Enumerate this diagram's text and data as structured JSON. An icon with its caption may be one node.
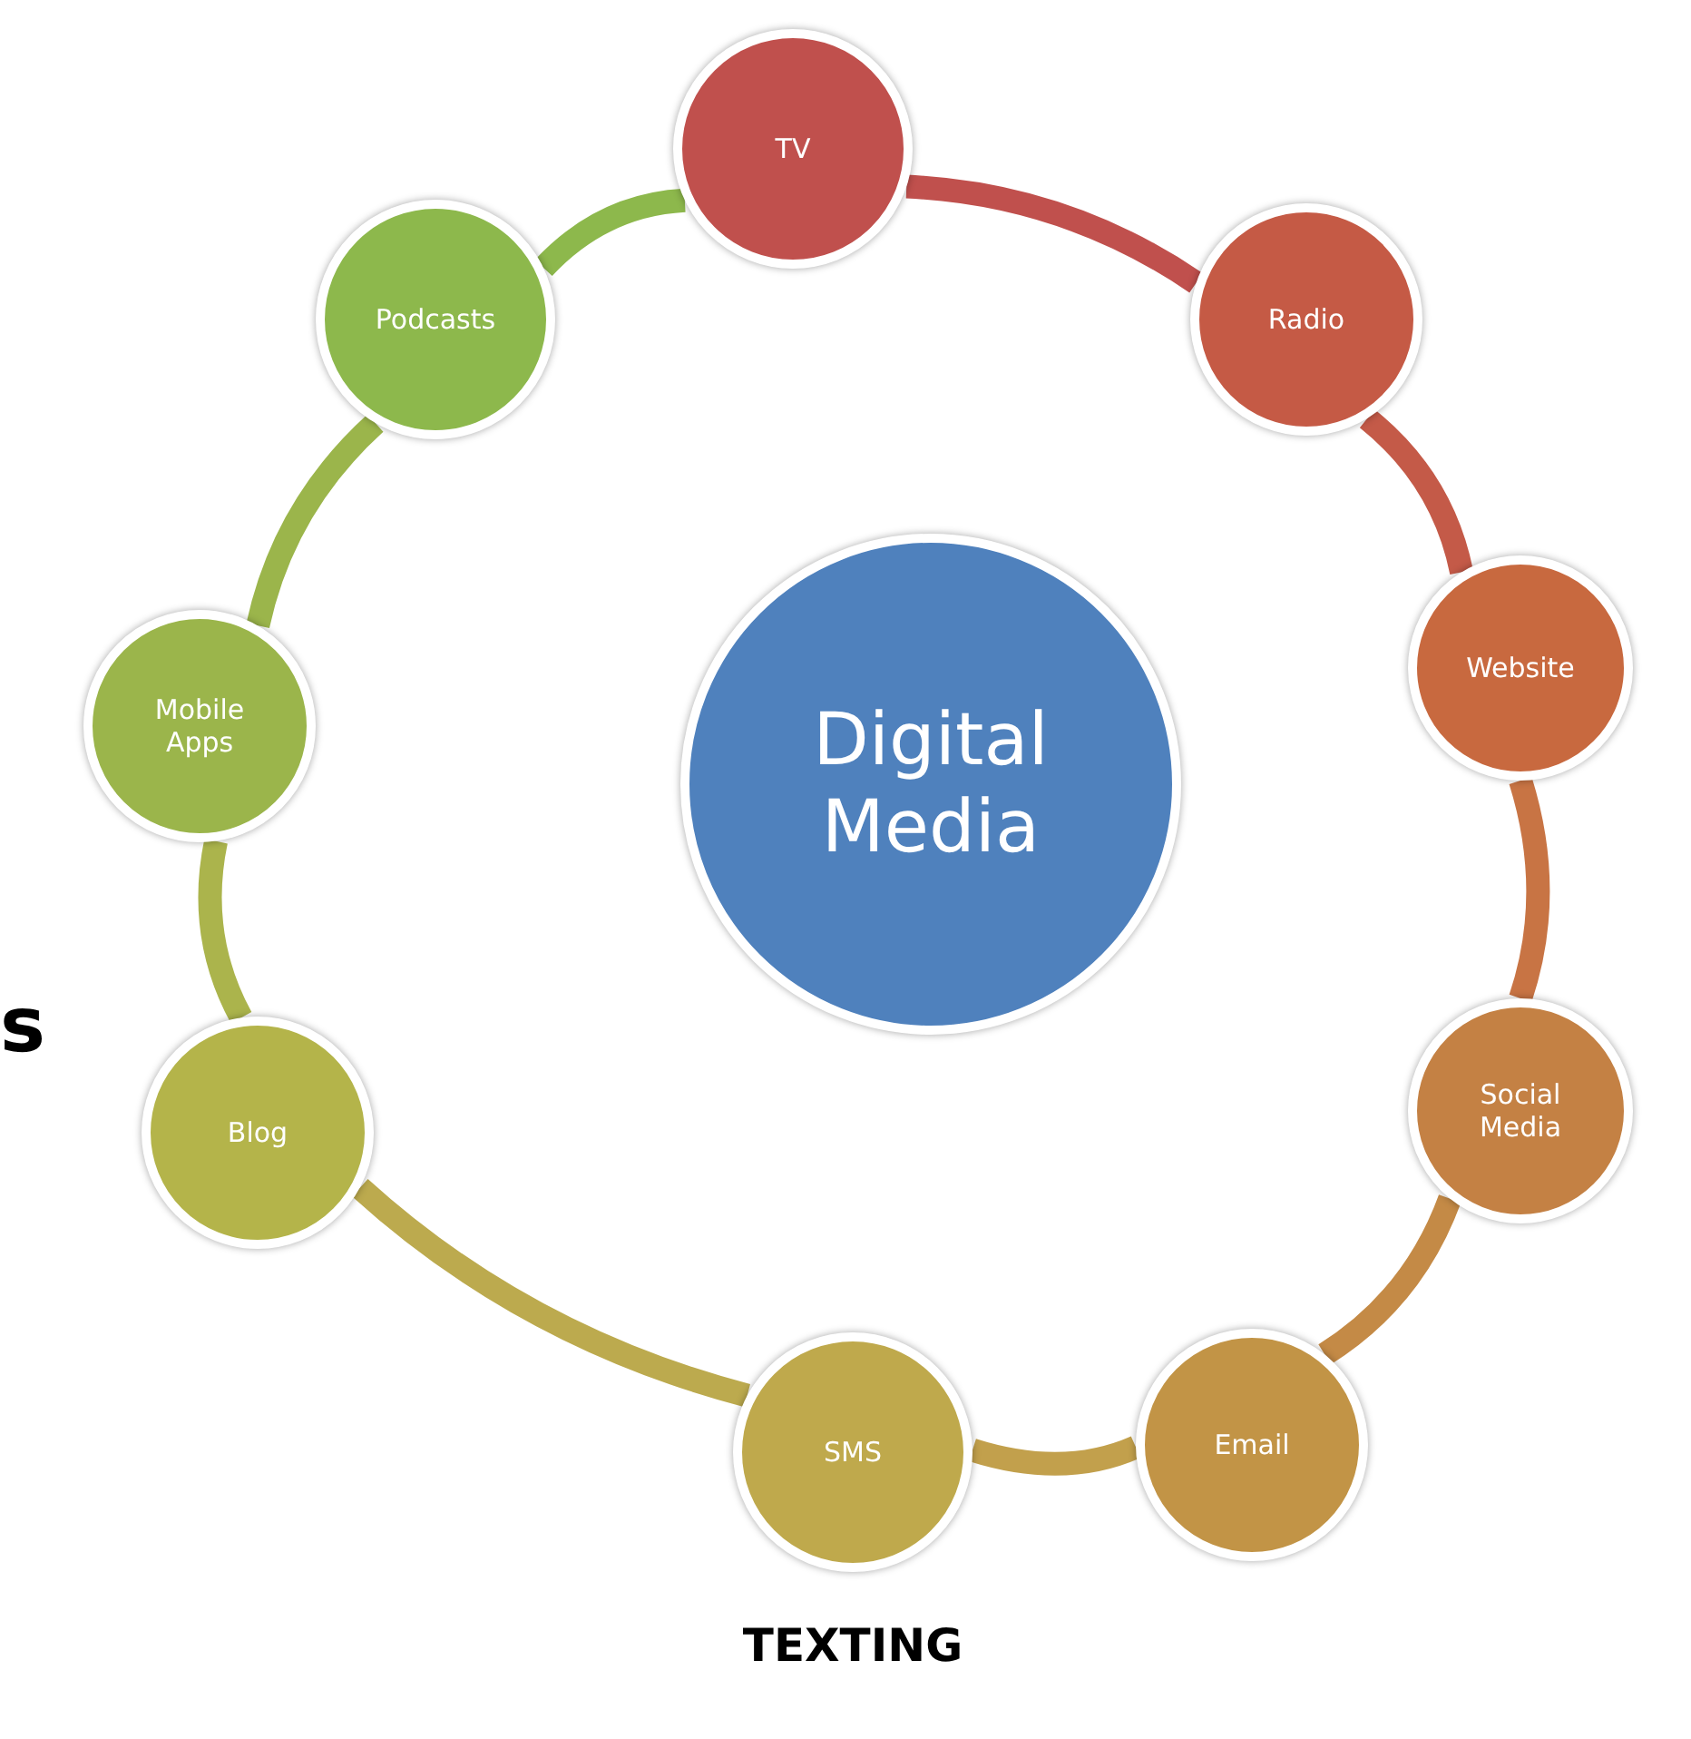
{
  "diagram": {
    "nodes": [
      {
        "text": [
          "Digital Media"
        ]
      },
      {
        "text": [
          "TV"
        ]
      },
      {
        "text": [
          "Radio"
        ]
      },
      {
        "text": [
          "Website"
        ]
      },
      {
        "text": [
          "Social Media"
        ]
      },
      {
        "text": [
          "Email"
        ]
      },
      {
        "text": [
          "SMS"
        ],
        "beside": [
          "TEXTING"
        ]
      },
      {
        "text": [
          "Blog"
        ]
      },
      {
        "text": [
          "Mobile Apps"
        ]
      },
      {
        "text": [
          "Podcasts"
        ]
      }
    ],
    "edges": [
      {
        "from": 1,
        "to": 2,
        "arrow": "none",
        "color": "#c0504d"
      },
      {
        "from": 2,
        "to": 3,
        "arrow": "none",
        "color": "#c45a48"
      },
      {
        "from": 3,
        "to": 4,
        "arrow": "none",
        "color": "#c87444"
      },
      {
        "from": 4,
        "to": 5,
        "arrow": "none",
        "color": "#c48a46"
      },
      {
        "from": 5,
        "to": 6,
        "arrow": "none",
        "color": "#c2a04c"
      },
      {
        "from": 6,
        "to": 7,
        "arrow": "none",
        "color": "#bcaa4e"
      },
      {
        "from": 7,
        "to": 8,
        "arrow": "none",
        "color": "#abb44c"
      },
      {
        "from": 8,
        "to": 9,
        "arrow": "none",
        "color": "#9bb54b"
      },
      {
        "from": 9,
        "to": 1,
        "arrow": "none",
        "color": "#8db84c"
      }
    ],
    "labels": [
      "s"
    ]
  }
}
